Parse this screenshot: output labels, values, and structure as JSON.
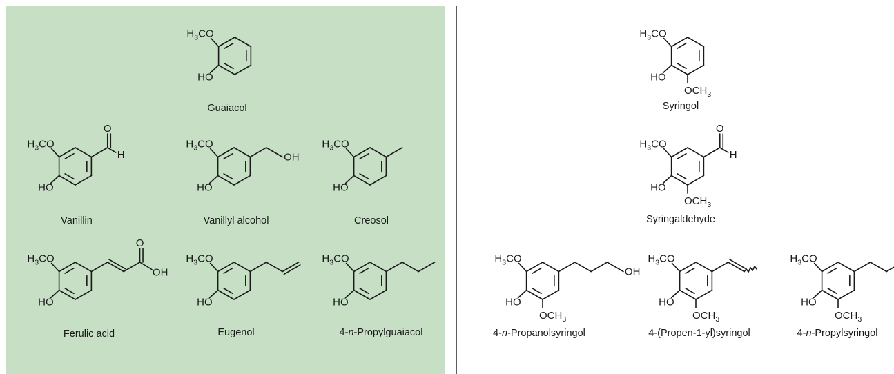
{
  "panel_color": "#c6dfc5",
  "guaiacyl_panel": {
    "compounds": [
      {
        "name": "Guaiacol"
      },
      {
        "name": "Vanillin"
      },
      {
        "name": "Vanillyl alcohol"
      },
      {
        "name": "Creosol"
      },
      {
        "name": "Ferulic acid"
      },
      {
        "name": "Eugenol"
      },
      {
        "name": "4-n-Propylguaiacol",
        "name_parts": [
          "4-",
          "n",
          "-Propylguaiacol"
        ]
      }
    ]
  },
  "syringyl_panel": {
    "compounds": [
      {
        "name": "Syringol"
      },
      {
        "name": "Syringaldehyde"
      },
      {
        "name": "4-n-Propanolsyringol",
        "name_parts": [
          "4-",
          "n",
          "-Propanolsyringol"
        ]
      },
      {
        "name": "4-(Propen-1-yl)syringol"
      },
      {
        "name": "4-n-Propylsyringol",
        "name_parts": [
          "4-",
          "n",
          "-Propylsyringol"
        ]
      }
    ]
  },
  "atom_labels": {
    "methoxy_left": [
      "H",
      "3",
      "CO"
    ],
    "methoxy_right": [
      "OCH",
      "3"
    ],
    "hydroxy": "HO",
    "oxygen": "O",
    "hydrogen": "H",
    "acid_oh": "OH",
    "alcohol_oh": "OH"
  }
}
